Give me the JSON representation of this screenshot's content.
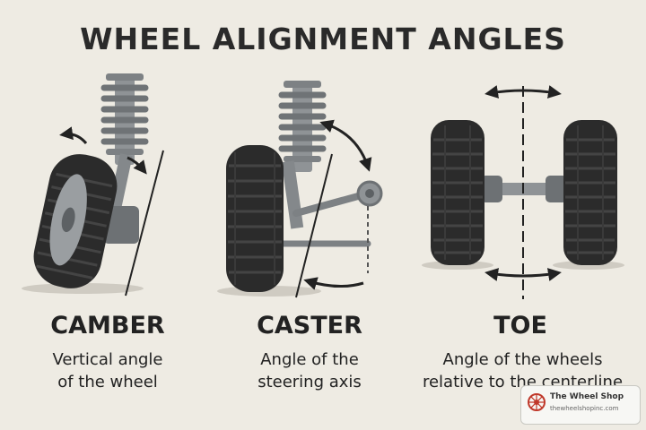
{
  "title": "WHEEL ALIGNMENT ANGLES",
  "panels": [
    {
      "heading": "CAMBER",
      "desc_line1": "Vertical angle",
      "desc_line2": "of the wheel"
    },
    {
      "heading": "CASTER",
      "desc_line1": "Angle of the",
      "desc_line2": "steering axis"
    },
    {
      "heading": "TOE",
      "desc_line1": "Angle of the wheels",
      "desc_line2": "relative to the centerline"
    }
  ],
  "badge": {
    "name": "The Wheel Shop",
    "url": "thewheelshopinc.com"
  },
  "colors": {
    "background": "#eeebe3",
    "tire": "#2b2b2b",
    "metal": "#8f9396",
    "text": "#222222",
    "accent": "#c0392b"
  },
  "icons": [
    "coil-spring-icon",
    "curved-arrow-icon",
    "double-arrow-icon",
    "centerline-icon",
    "wheel-shop-logo-icon"
  ]
}
